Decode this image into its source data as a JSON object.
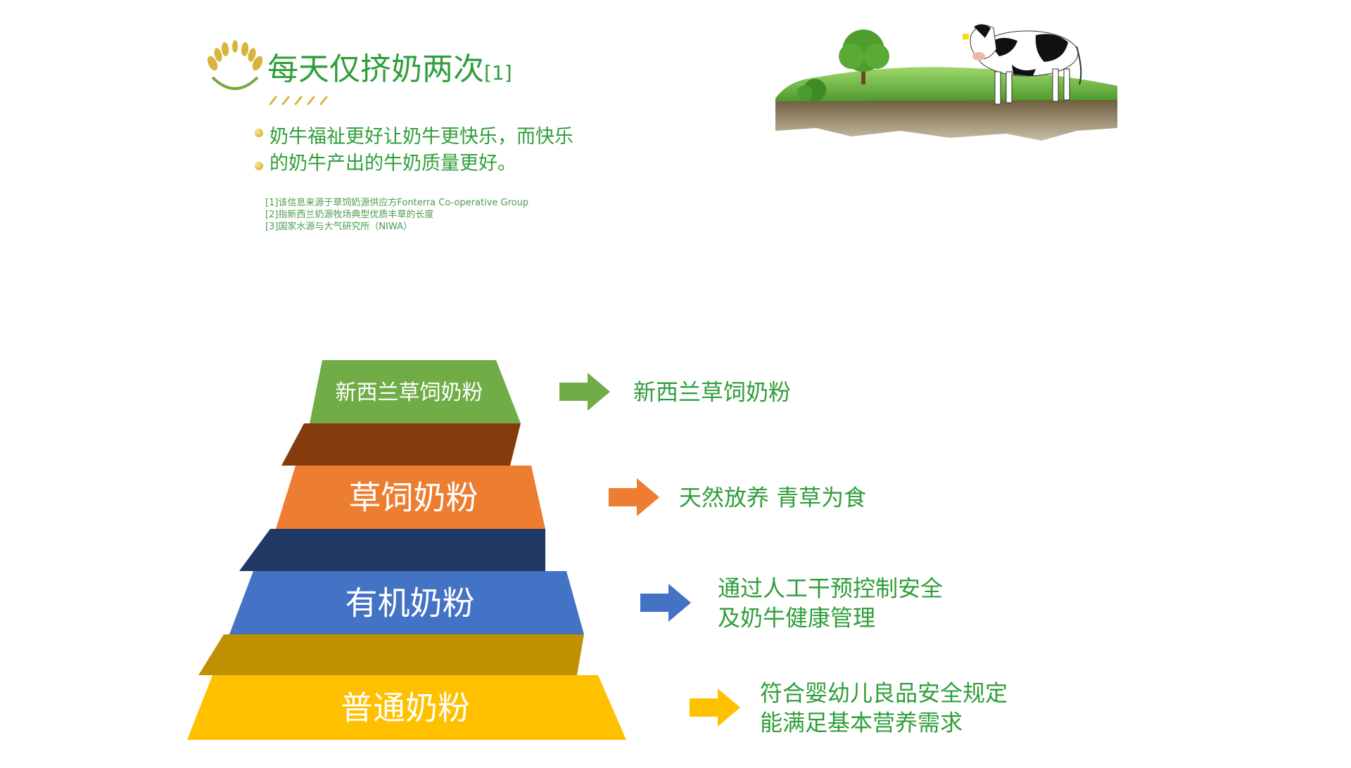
{
  "heading": {
    "title": "每天仅挤奶两次",
    "sup": "[1]"
  },
  "bullets": [
    "奶牛福祉更好让奶牛更快乐，而快乐",
    "的奶牛产出的牛奶质量更好。"
  ],
  "footnotes": [
    "[1]该信息来源于草饲奶源供应方Fonterra Co-operative Group",
    "[2]指新西兰奶源牧场典型优质丰草的长度",
    "[3]国家水源与大气研究所（NIWA）"
  ],
  "icons": {
    "laurel": "wheat-laurel-icon",
    "arrow": "arrow-right-icon",
    "scene": "cow-on-grass-island"
  },
  "pyramid": [
    {
      "label": "新西兰草饲奶粉",
      "desc": [
        "新西兰草饲奶粉"
      ],
      "color": "#70ad47",
      "shadow": "#4e7d33",
      "desc_color": "#2f9e3a"
    },
    {
      "label": "草饲奶粉",
      "desc": [
        "天然放养 青草为食"
      ],
      "color": "#ed7d31",
      "shadow": "#843c0c",
      "desc_color": "#2f9e3a"
    },
    {
      "label": "有机奶粉",
      "desc": [
        "通过人工干预控制安全",
        "及奶牛健康管理"
      ],
      "color": "#4472c4",
      "shadow": "#1f3864",
      "desc_color": "#2f9e3a"
    },
    {
      "label": "普通奶粉",
      "desc": [
        "符合婴幼儿良品安全规定",
        "能满足基本营养需求"
      ],
      "color": "#ffc000",
      "shadow": "#bf9000",
      "desc_color": "#2f9e3a"
    }
  ]
}
